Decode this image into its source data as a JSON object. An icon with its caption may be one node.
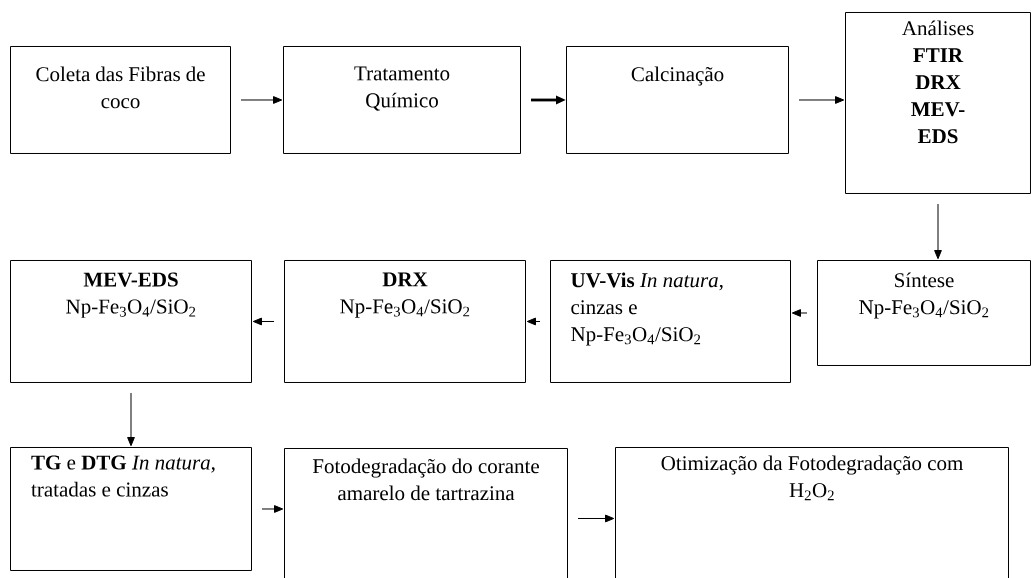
{
  "diagram": {
    "nodes": [
      {
        "text": [
          "Coleta das Fibras de coco"
        ]
      },
      {
        "text": [
          "Tratamento Químico"
        ]
      },
      {
        "text": [
          "Calcinação"
        ]
      },
      {
        "text": [
          "Análises",
          "FTIR DRX MEV-EDS"
        ]
      },
      {
        "text": [
          "Síntese Np-Fe$_{3}$O$_{4}$/SiO$_{2}$"
        ]
      },
      {
        "text": [
          "**UV-Vis** *In natura*, cinzas e Np-Fe$_{3}$O$_{4}$/SiO$_{2}$"
        ]
      },
      {
        "text": [
          "DRX",
          "Np-Fe$_{3}$O$_{4}$/SiO$_{2}$"
        ]
      },
      {
        "text": [
          "MEV-EDS",
          "Np-Fe$_{3}$O$_{4}$/SiO$_{2}$"
        ]
      },
      {
        "text": [
          "**TG** e **DTG** *In natura*, tratadas e cinzas"
        ]
      },
      {
        "text": [
          "Fotodegradação do corante amarelo de tartrazina"
        ]
      },
      {
        "text": [
          "Otimização da Fotodegradação com H$_{2}$O$_{2}$"
        ]
      }
    ],
    "edges": [
      {
        "from": 0,
        "to": 1,
        "arrow": "to"
      },
      {
        "from": 1,
        "to": 2,
        "arrow": "to",
        "style": "thick"
      },
      {
        "from": 2,
        "to": 3,
        "arrow": "to"
      },
      {
        "from": 3,
        "to": 4,
        "arrow": "to"
      },
      {
        "from": 4,
        "to": 5,
        "arrow": "to"
      },
      {
        "from": 5,
        "to": 6,
        "arrow": "to"
      },
      {
        "from": 6,
        "to": 7,
        "arrow": "to"
      },
      {
        "from": 7,
        "to": 8,
        "arrow": "to"
      },
      {
        "from": 8,
        "to": 9,
        "arrow": "to"
      },
      {
        "from": 9,
        "to": 10,
        "arrow": "to"
      }
    ]
  }
}
